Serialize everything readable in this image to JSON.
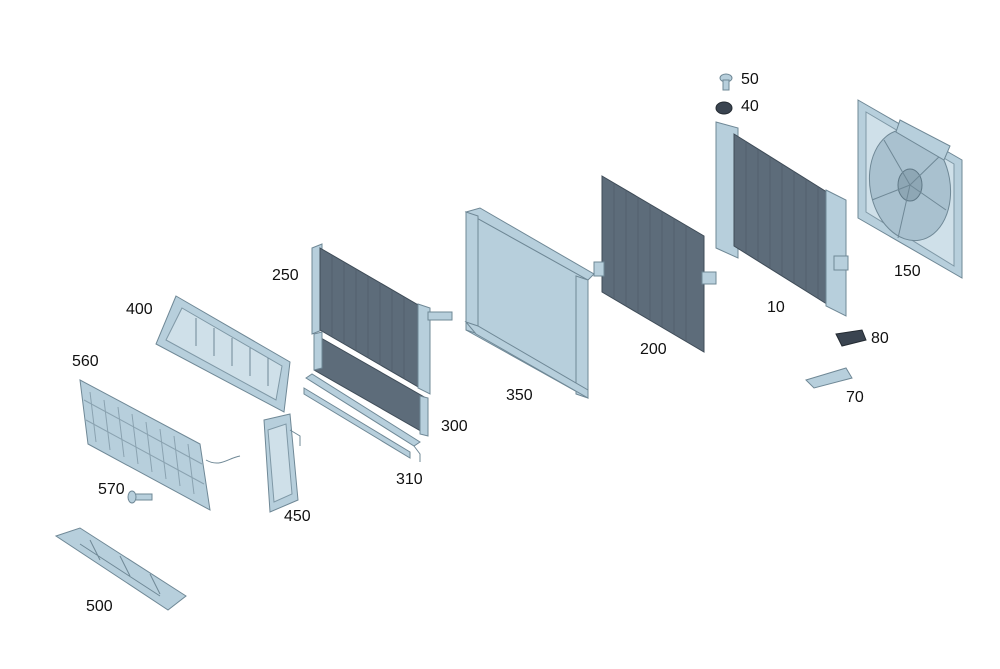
{
  "diagram": {
    "callouts": {
      "p50": "50",
      "p40": "40",
      "p10": "10",
      "p150": "150",
      "p80": "80",
      "p70": "70",
      "p200": "200",
      "p350": "350",
      "p250": "250",
      "p300": "300",
      "p310": "310",
      "p400": "400",
      "p450": "450",
      "p560": "560",
      "p570": "570",
      "p500": "500"
    }
  }
}
